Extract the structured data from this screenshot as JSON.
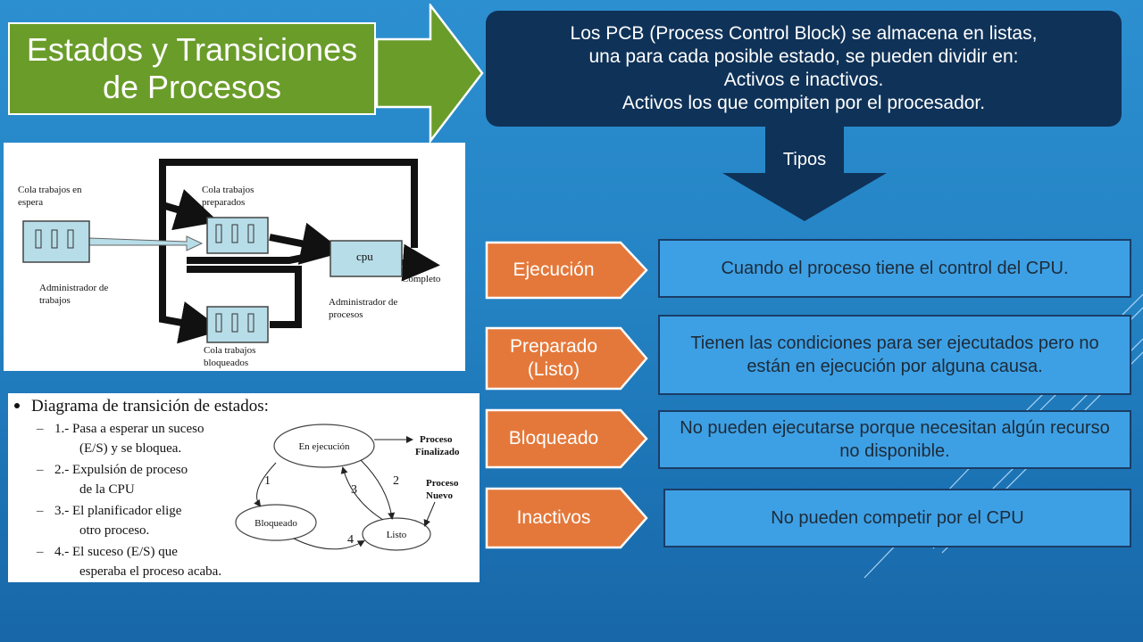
{
  "title": "Estados y Transiciones de Procesos",
  "pcb_text": {
    "line1": "Los PCB (Process Control Block) se almacena en listas,",
    "line2": "una para cada posible estado, se pueden dividir en:",
    "line3": "Activos e inactivos.",
    "line4": "Activos los que compiten por el procesador."
  },
  "tipos_label": "Tipos",
  "states": [
    {
      "name": "Ejecución",
      "description": "Cuando el proceso tiene el control del CPU."
    },
    {
      "name": "Preparado (Listo)",
      "description": "Tienen las condiciones para ser ejecutados pero no están en ejecución por alguna causa."
    },
    {
      "name": "Bloqueado",
      "description": "No pueden ejecutarse porque necesitan algún recurso no disponible."
    },
    {
      "name": "Inactivos",
      "description": "No pueden competir por el CPU"
    }
  ],
  "queue_diagram": {
    "cola_espera": [
      "Cola trabajos en",
      "espera"
    ],
    "cola_preparados": [
      "Cola trabajos",
      "preparados"
    ],
    "cpu": "cpu",
    "completo": "Completo",
    "admin_trabajos": [
      "Administrador de",
      "trabajos"
    ],
    "admin_procesos": [
      "Administrador de",
      "procesos"
    ],
    "cola_bloqueados": [
      "Cola trabajos",
      "bloqueados"
    ]
  },
  "transition_diagram": {
    "heading": "Diagrama de transición de estados:",
    "items": [
      [
        "1.- Pasa a esperar un suceso",
        "(E/S) y se bloquea."
      ],
      [
        "2.- Expulsión de proceso",
        "de la CPU"
      ],
      [
        "3.- El planificador elige",
        "otro proceso."
      ],
      [
        "4.- El suceso (E/S) que",
        "esperaba el proceso acaba."
      ]
    ],
    "node_ejecucion": "En ejecución",
    "node_bloqueado": "Bloqueado",
    "node_listo": "Listo",
    "finalizado": [
      "Proceso",
      "Finalizado"
    ],
    "nuevo": [
      "Proceso",
      "Nuevo"
    ],
    "edge_labels": [
      "1",
      "2",
      "3",
      "4"
    ]
  },
  "colors": {
    "title_bg": "#6a9c2a",
    "pcb_bg": "#0f3258",
    "state_label_bg": "#e4783a",
    "description_bg": "#3ea0e4",
    "diagram_box": "#b7dde8"
  }
}
